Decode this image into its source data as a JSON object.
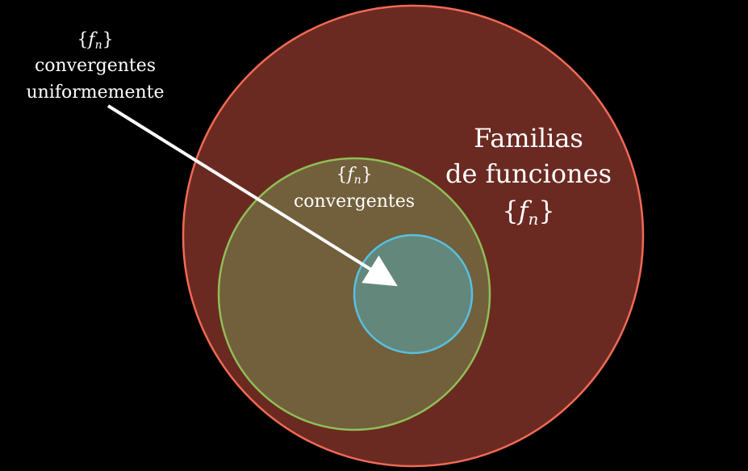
{
  "colors": {
    "background": "#000000",
    "outer_fill": "#6b2a21",
    "outer_stroke": "#f26a55",
    "middle_fill": "#725f3c",
    "middle_stroke": "#8fbf55",
    "inner_fill": "#64877c",
    "inner_stroke": "#58c0e0",
    "arrow": "#ffffff",
    "text": "#ffffff"
  },
  "outer_set": {
    "line1": "Familias",
    "line2": "de funciones",
    "symbol_open": "{",
    "symbol_f": "f",
    "symbol_sub": "n",
    "symbol_close": "}"
  },
  "middle_set": {
    "symbol_open": "{",
    "symbol_f": "f",
    "symbol_sub": "n",
    "symbol_close": "}",
    "line1": "convergentes"
  },
  "inner_set_label": {
    "symbol_open": "{",
    "symbol_f": "f",
    "symbol_sub": "n",
    "symbol_close": "}",
    "line1": "convergentes",
    "line2": "uniformemente"
  }
}
